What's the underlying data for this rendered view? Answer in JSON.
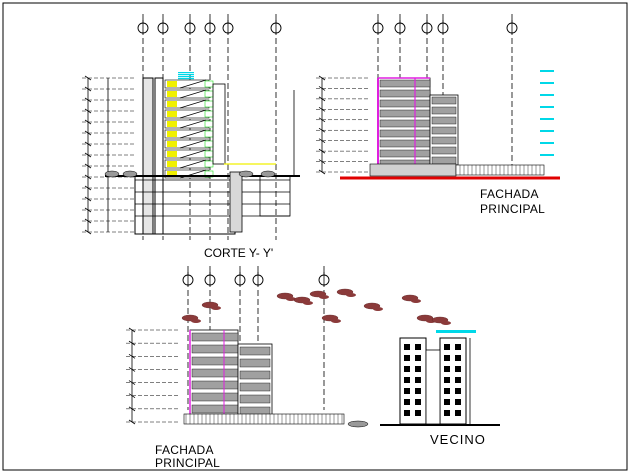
{
  "drawing": {
    "section_title": "CORTE Y- Y'",
    "facade_top_l1": "FACHADA",
    "facade_top_l2": "PRINCIPAL",
    "facade_bottom_l1": "FACHADA",
    "facade_bottom_l2": "PRINCIPAL",
    "neighbor_title": "VECINO"
  },
  "colors": {
    "line": "#000000",
    "structure": "#b08cd0",
    "slab": "#a0a0a0",
    "accent_magenta": "#e020e0",
    "accent_cyan": "#00d8e8",
    "accent_yellow": "#f0f000",
    "accent_green": "#20e020",
    "ground_red": "#e00000",
    "tree": "#8b3a3a"
  }
}
